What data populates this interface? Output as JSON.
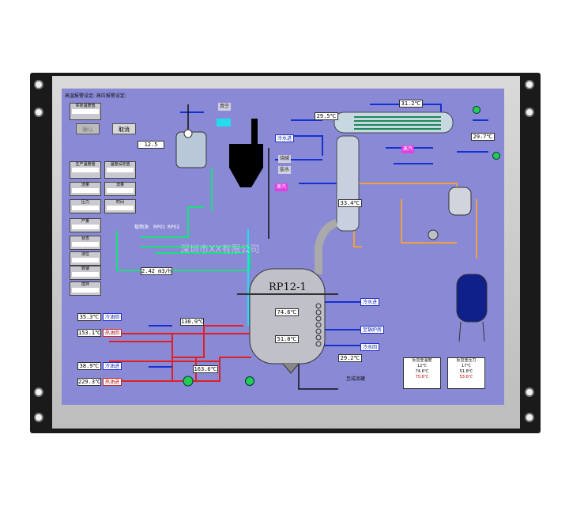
{
  "device": {
    "bezel_color": "#1a1a1a",
    "screen_bg": "#8a89d6"
  },
  "header": {
    "settings_title": "高温报警设定:   高压报警设定:"
  },
  "buttons": {
    "confirm": "确认",
    "cancel": "取消"
  },
  "left_panels": [
    {
      "title": "实际温度值",
      "value": ""
    },
    {
      "title": "生产温度值",
      "value": ""
    },
    {
      "title": "温度设定值",
      "value": ""
    },
    {
      "title": "流量",
      "value": ""
    },
    {
      "title": "流量",
      "value": ""
    },
    {
      "title": "压力",
      "value": ""
    },
    {
      "title": "时间",
      "value": ""
    },
    {
      "title": "产量",
      "value": ""
    },
    {
      "title": "状态",
      "value": ""
    },
    {
      "title": "液位",
      "value": ""
    },
    {
      "title": "转速",
      "value": ""
    },
    {
      "title": "搅拌",
      "value": ""
    }
  ],
  "readings": {
    "top_tank_level": "12.5",
    "flow_rate": "2.42 m3/h",
    "condenser_temp": "31.2℃",
    "left_top_temp": "29.5℃",
    "right_top_temp": "29.7℃",
    "column_temp": "33.4℃",
    "coolant_in1": "35.3℃",
    "coolant_out1": "153.1℃",
    "line_temp1": "130.9℃",
    "coolant_in2": "38.9℃",
    "coolant_out2": "229.3℃",
    "pump_temp": "163.6℃",
    "reactor_top": "74.6℃",
    "reactor_mid": "51.8℃",
    "reactor_right": "29.2℃"
  },
  "labels": {
    "reactor": "RP12-1",
    "vacuum": "真空",
    "cold_water_in": "冷水进",
    "cold_water_in2": "冷水进",
    "steam": "蒸汽",
    "steam2": "蒸汽",
    "to_boiler": "至锅炉房",
    "cold_water_return": "冷水回",
    "hot_oil_in": "冷油回",
    "hot_oil_out": "热油回",
    "cold_oil_in": "冷油进",
    "hot_oil_in2": "热油进",
    "discharge": "至成品罐",
    "feed_1": "植物油",
    "feed_2": "RP01",
    "feed_3": "RP02",
    "watermark": "深圳市XX有限公司",
    "mat_a": "烧碱",
    "mat_b": "盐水"
  },
  "bottom_panels": [
    {
      "title": "反应釜温度",
      "v1": "12℃",
      "v2": "74.6℃",
      "v3": "75.6℃"
    },
    {
      "title": "反应釜压力",
      "v1": "17℃",
      "v2": "51.8℃",
      "v3": "53.6℃"
    }
  ]
}
